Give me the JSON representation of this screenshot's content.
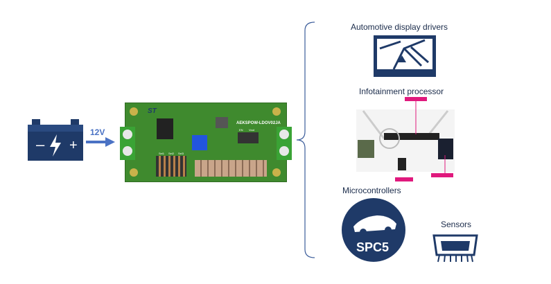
{
  "input": {
    "voltage_label": "12V",
    "battery_icon": "car-battery-icon"
  },
  "board": {
    "part_number": "AEKSPOW-LDOV02JA",
    "header_labels": [
      "Sel1",
      "Sel2",
      "Sel3"
    ],
    "connector_labels": [
      "EN",
      "Vout"
    ],
    "logo": "ST"
  },
  "applications": [
    {
      "label": "Automotive  display drivers",
      "icon": "navigation-display-icon"
    },
    {
      "label": "Infotainment processor",
      "icon": "car-dashboard-image"
    },
    {
      "label": "Microcontrollers",
      "icon": "spc5-car-logo",
      "logo_text": "SPC5"
    },
    {
      "label": "Sensors",
      "icon": "chip-icon"
    }
  ],
  "colors": {
    "navy": "#1f3a68",
    "arrow": "#4a72c4",
    "pcb": "#3f8a2e",
    "terminal": "#3aa335",
    "accent": "#e0197d"
  }
}
